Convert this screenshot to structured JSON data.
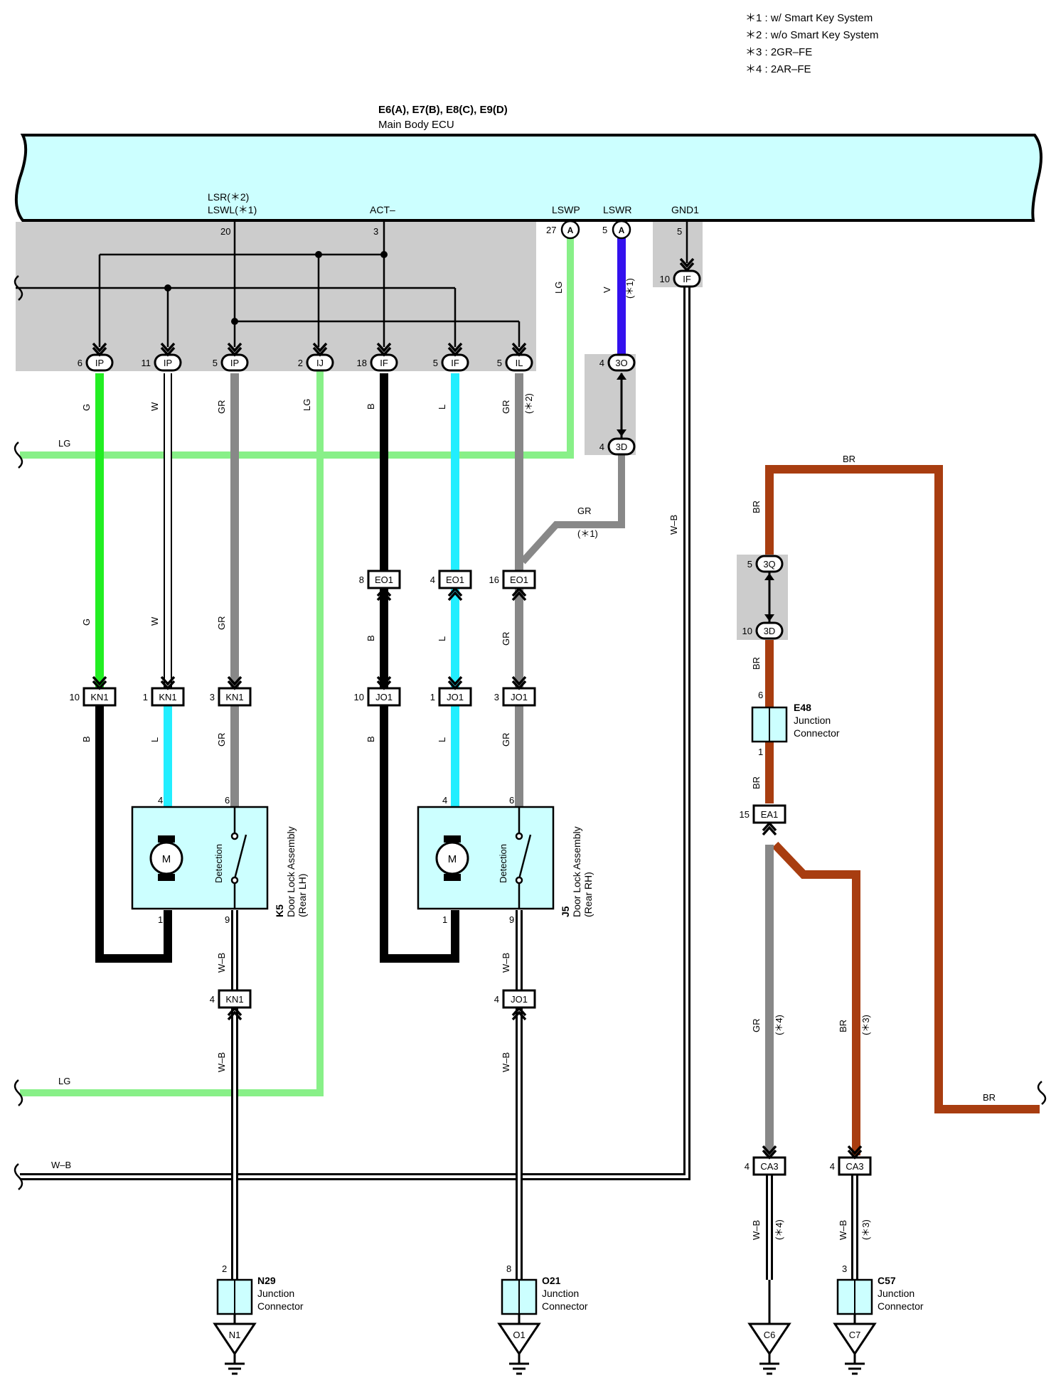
{
  "notes": [
    "＊1 : w/ Smart Key System",
    "＊2 : w/o Smart Key System",
    "＊3 : 2GR–FE",
    "＊4 : 2AR–FE"
  ],
  "ecu": {
    "code": "E6(A), E7(B), E8(C), E9(D)",
    "name": "Main Body ECU",
    "terminals": {
      "lsr": "LSR(＊2)",
      "lswl": "LSWL(＊1)",
      "act": "ACT–",
      "lswp": "LSWP",
      "lswr": "LSWR",
      "gnd1": "GND1"
    },
    "pins": {
      "lsr": "20",
      "act": "3",
      "lswp": "27",
      "lswr": "5",
      "gnd1": "5"
    },
    "conn_letter": "A"
  },
  "ip_connectors": [
    {
      "pin": "6",
      "code": "IP"
    },
    {
      "pin": "11",
      "code": "IP"
    },
    {
      "pin": "5",
      "code": "IP"
    },
    {
      "pin": "2",
      "code": "IJ"
    },
    {
      "pin": "18",
      "code": "IF"
    },
    {
      "pin": "5",
      "code": "IF"
    },
    {
      "pin": "5",
      "code": "IL"
    }
  ],
  "gnd_if": {
    "pin": "10",
    "code": "IF"
  },
  "wire_labels": {
    "lg": "LG",
    "v": "V",
    "star1": "(＊1)",
    "star2": "(＊2)",
    "star3": "(＊3)",
    "star4": "(＊4)",
    "g": "G",
    "w": "W",
    "gr": "GR",
    "b": "B",
    "l": "L",
    "wb": "W–B",
    "br": "BR"
  },
  "j3o": {
    "top_pin": "4",
    "top_code": "3O",
    "bot_pin": "4",
    "bot_code": "3D"
  },
  "j3q": {
    "top_pin": "5",
    "top_code": "3Q",
    "bot_pin": "10",
    "bot_code": "3D"
  },
  "eo1": [
    {
      "pin": "8",
      "code": "EO1"
    },
    {
      "pin": "4",
      "code": "EO1"
    },
    {
      "pin": "16",
      "code": "EO1"
    }
  ],
  "jo1": [
    {
      "pin": "10",
      "code": "JO1"
    },
    {
      "pin": "1",
      "code": "JO1"
    },
    {
      "pin": "3",
      "code": "JO1"
    }
  ],
  "kn1": [
    {
      "pin": "10",
      "code": "KN1"
    },
    {
      "pin": "1",
      "code": "KN1"
    },
    {
      "pin": "3",
      "code": "KN1"
    }
  ],
  "kn1_lower": {
    "pin": "4",
    "code": "KN1"
  },
  "jo1_lower": {
    "pin": "4",
    "code": "JO1"
  },
  "door_lh": {
    "code": "K5",
    "name": "Door Lock Assembly",
    "sub": "(Rear LH)",
    "motor": "M",
    "detection": "Detection",
    "pins": {
      "p4": "4",
      "p6": "6",
      "p1": "1",
      "p9": "9"
    }
  },
  "door_rh": {
    "code": "J5",
    "name": "Door Lock Assembly",
    "sub": "(Rear RH)",
    "motor": "M",
    "detection": "Detection",
    "pins": {
      "p4": "4",
      "p6": "6",
      "p1": "1",
      "p9": "9"
    }
  },
  "e48": {
    "code": "E48",
    "line1": "Junction",
    "line2": "Connector",
    "pin_top": "6",
    "pin_bot": "1"
  },
  "ea1": {
    "pin": "15",
    "code": "EA1"
  },
  "ca3": [
    {
      "pin": "4",
      "code": "CA3"
    },
    {
      "pin": "4",
      "code": "CA3"
    }
  ],
  "n29": {
    "code": "N29",
    "line1": "Junction",
    "line2": "Connector",
    "pin": "2",
    "ground": "N1"
  },
  "o21": {
    "code": "O21",
    "line1": "Junction",
    "line2": "Connector",
    "pin": "8",
    "ground": "O1"
  },
  "c57": {
    "code": "C57",
    "line1": "Junction",
    "line2": "Connector",
    "pin": "3",
    "ground": "C7"
  },
  "ground_c6": "C6",
  "colors": {
    "ecu_fill": "#ccffff",
    "shade": "#cccccc",
    "lg": "#88f088",
    "g": "#22ee22",
    "gr": "#888888",
    "b": "#000000",
    "l": "#22eeff",
    "v": "#3311ee",
    "br": "#a83d10",
    "w": "#ffffff"
  }
}
